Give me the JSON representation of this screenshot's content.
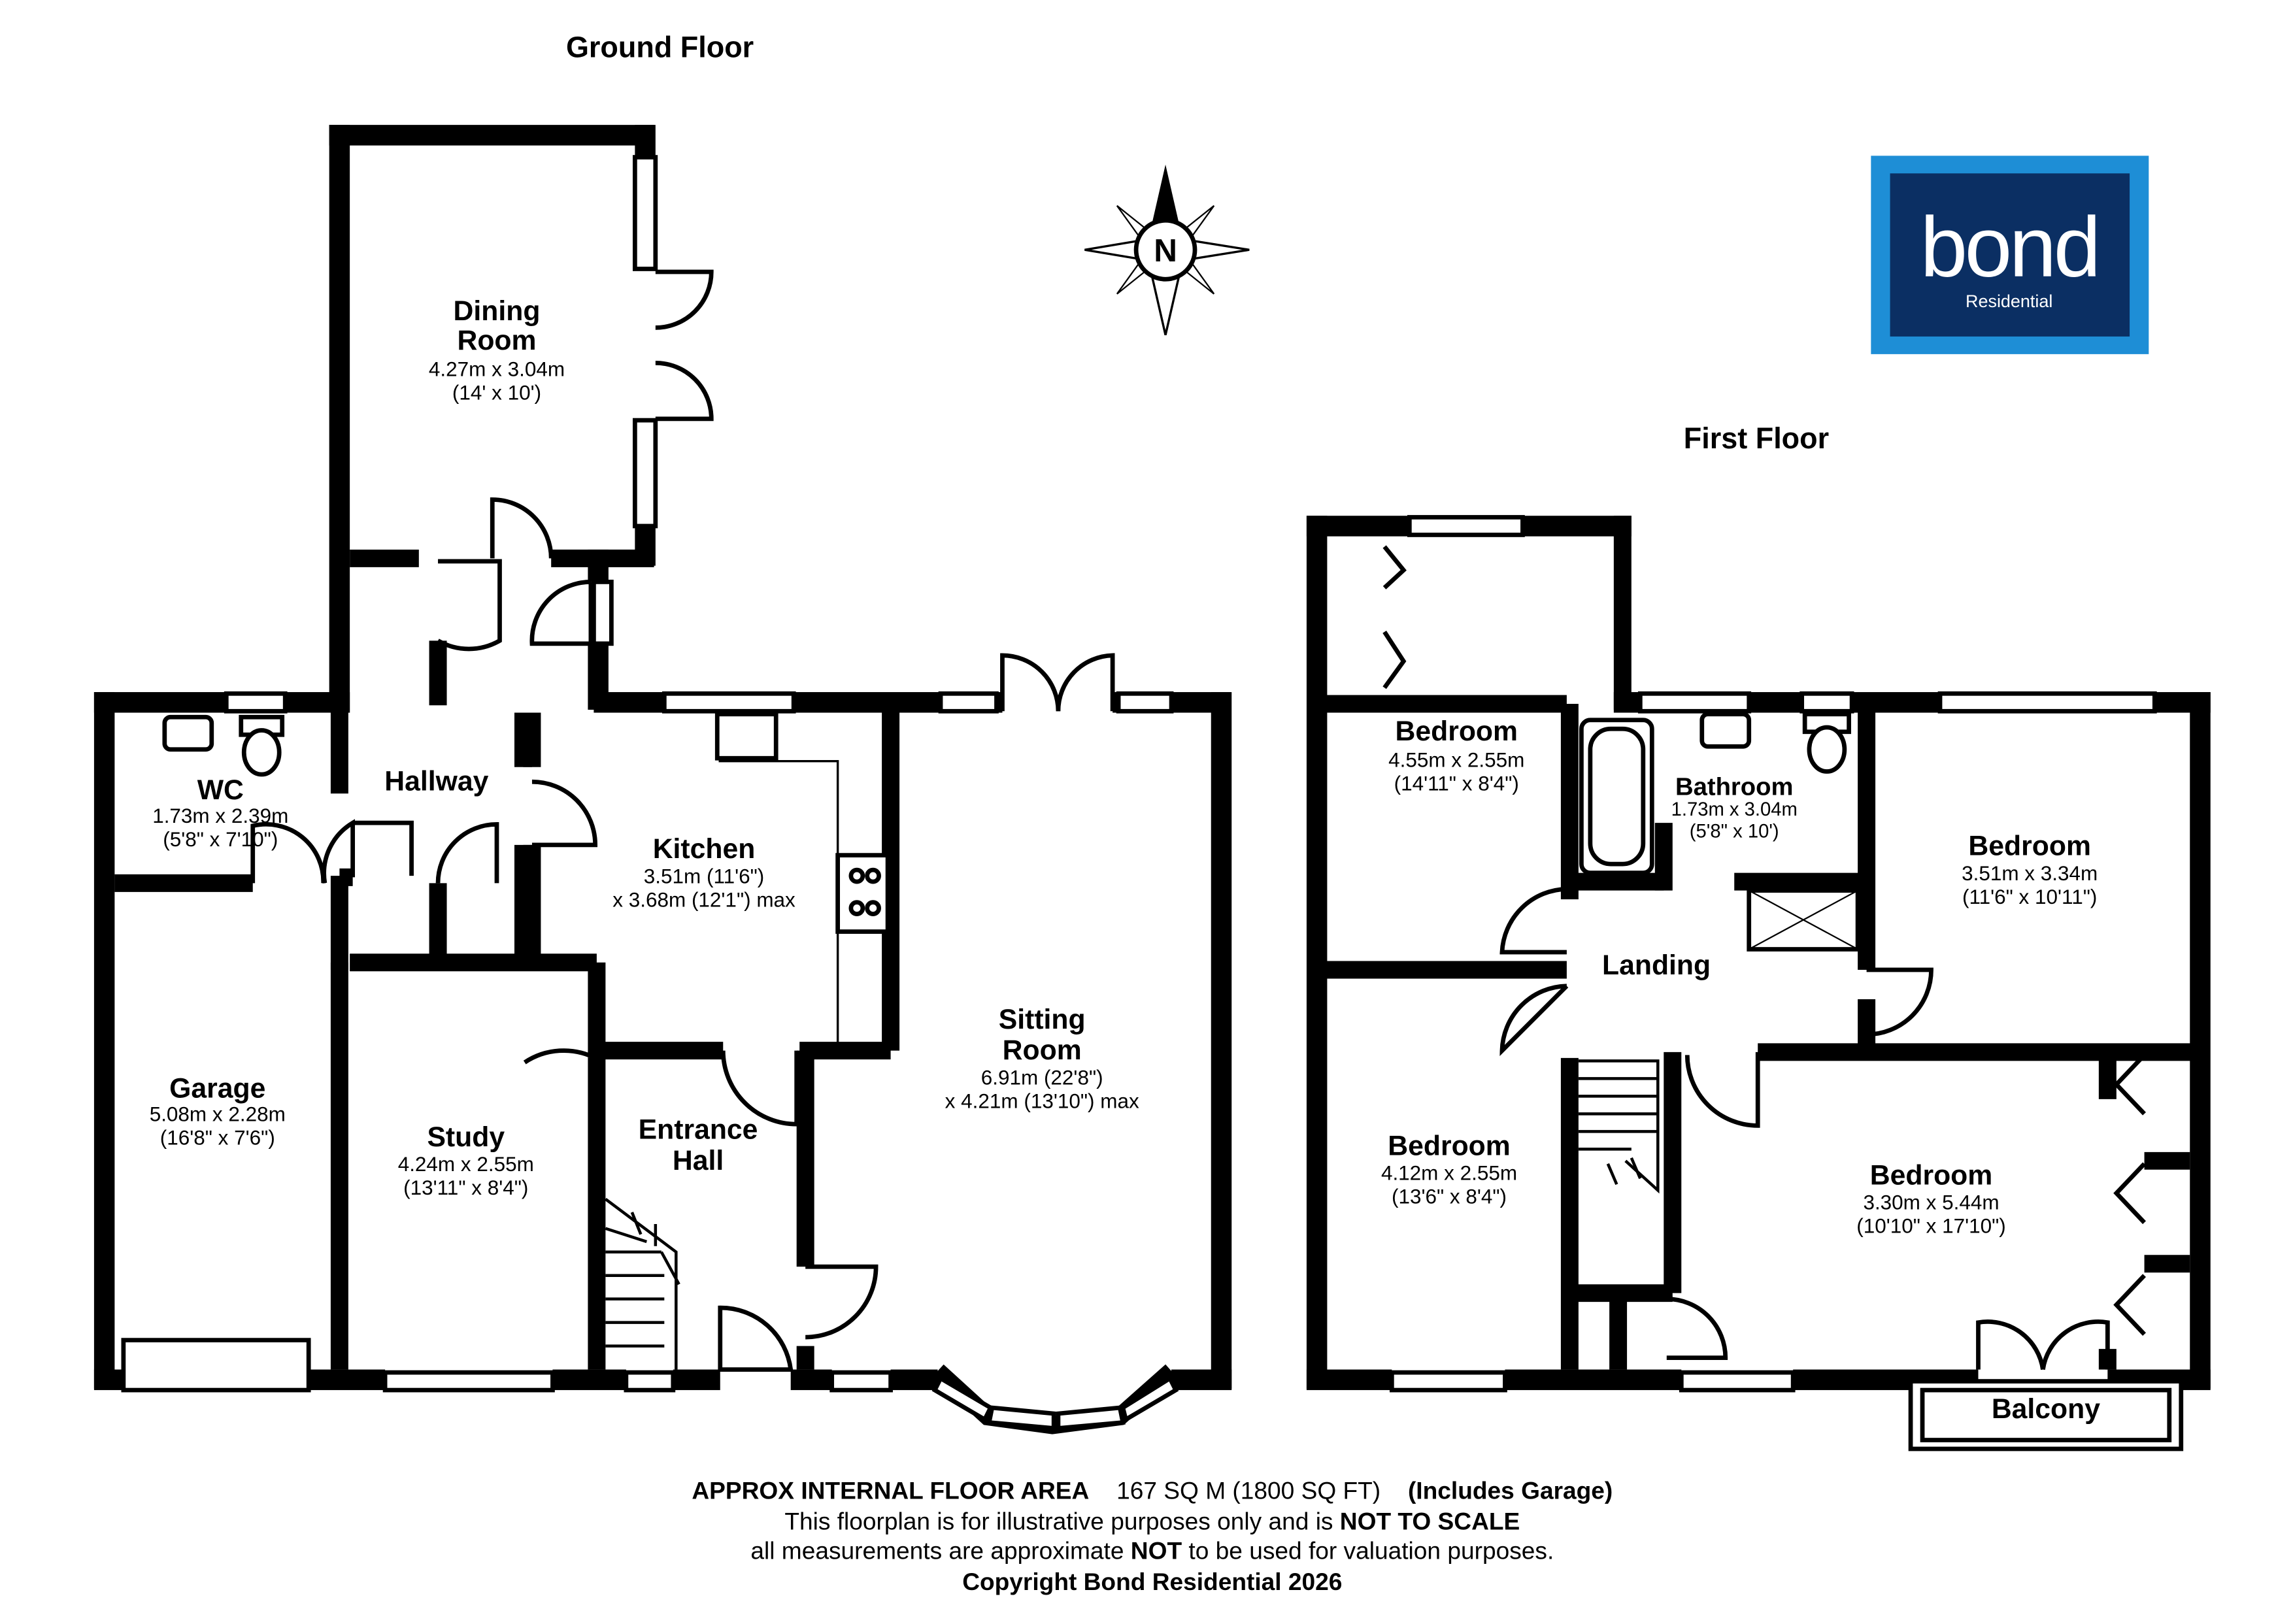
{
  "headings": {
    "ground_floor": "Ground Floor",
    "first_floor": "First Floor"
  },
  "compass": {
    "label": "N"
  },
  "logo": {
    "name": "bond",
    "sub": "Residential",
    "frame_color": "#1e8ed6",
    "bg_color": "#0b2f63"
  },
  "ground_rooms": {
    "dining": {
      "name1": "Dining",
      "name2": "Room",
      "metric": "4.27m x 3.04m",
      "imperial": "(14' x 10')"
    },
    "wc": {
      "name": "WC",
      "metric": "1.73m x 2.39m",
      "imperial": "(5'8\" x 7'10\")"
    },
    "hallway": {
      "name": "Hallway"
    },
    "kitchen": {
      "name": "Kitchen",
      "dim1": "3.51m (11'6\")",
      "dim2": "x 3.68m (12'1\") max"
    },
    "sitting": {
      "name1": "Sitting",
      "name2": "Room",
      "dim1": "6.91m (22'8\")",
      "dim2": "x 4.21m (13'10\") max"
    },
    "garage": {
      "name": "Garage",
      "metric": "5.08m x 2.28m",
      "imperial": "(16'8\" x 7'6\")"
    },
    "study": {
      "name": "Study",
      "metric": "4.24m x 2.55m",
      "imperial": "(13'11\" x 8'4\")"
    },
    "entrance": {
      "name1": "Entrance",
      "name2": "Hall"
    }
  },
  "first_rooms": {
    "bedroom1": {
      "name": "Bedroom",
      "metric": "4.55m x 2.55m",
      "imperial": "(14'11\" x 8'4\")"
    },
    "bathroom": {
      "name": "Bathroom",
      "metric": "1.73m x 3.04m",
      "imperial": "(5'8\" x 10')"
    },
    "bedroom2": {
      "name": "Bedroom",
      "metric": "3.51m x 3.34m",
      "imperial": "(11'6\" x 10'11\")"
    },
    "landing": {
      "name": "Landing"
    },
    "bedroom3": {
      "name": "Bedroom",
      "metric": "4.12m x 2.55m",
      "imperial": "(13'6\" x 8'4\")"
    },
    "bedroom4": {
      "name": "Bedroom",
      "metric": "3.30m x 5.44m",
      "imperial": "(10'10\" x 17'10\")"
    },
    "balcony": {
      "name": "Balcony"
    }
  },
  "footer": {
    "area_label": "APPROX INTERNAL FLOOR AREA",
    "area_value": "167 SQ M (1800 SQ FT)",
    "area_note": "(Includes Garage)",
    "line2_a": "This floorplan is for illustrative purposes only and is ",
    "line2_b": "NOT TO SCALE",
    "line3_a": "all measurements are approximate ",
    "line3_b": "NOT",
    "line3_c": " to be used for valuation purposes.",
    "copyright": "Copyright Bond Residential 2026"
  }
}
